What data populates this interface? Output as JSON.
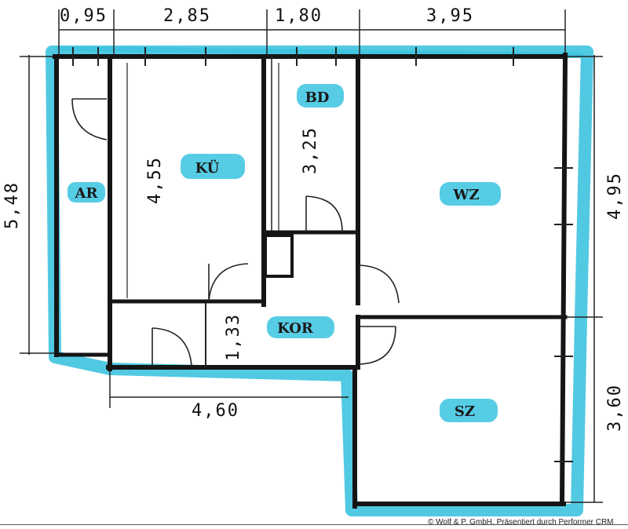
{
  "dimensions": {
    "top": [
      "0,95",
      "2,85",
      "1,80",
      "3,95"
    ],
    "left_height": "5,48",
    "right_wz": "4,95",
    "right_sz": "3,60",
    "bottom_width": "4,60",
    "ku_height": "4,55",
    "bd_height": "3,25",
    "kor_height": "1,33"
  },
  "rooms": {
    "ar": "AR",
    "ku": "KÜ",
    "bd": "BD",
    "wz": "WZ",
    "kor": "KOR",
    "sz": "SZ"
  },
  "footer": {
    "copyright": "© Wolf & P. GmbH. Präsentiert durch Performer CRM"
  },
  "colors": {
    "highlight": "#3ec3df",
    "wall": "#151515"
  }
}
